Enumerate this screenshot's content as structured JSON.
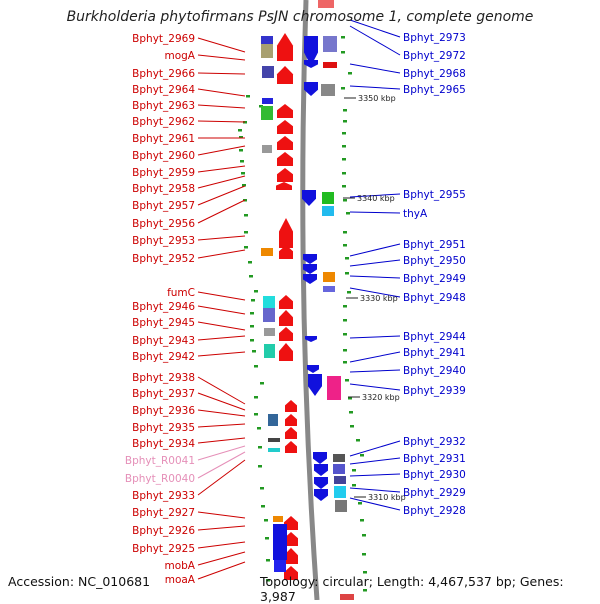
{
  "title": "Burkholderia phytofirmans PsJN chromosome 1, complete genome",
  "accession_text": "Accession: NC_010681",
  "topology_text": "Topology: circular; Length: 4,467,537 bp; Genes: 3,987",
  "colors": {
    "label_red": "#cc0000",
    "label_blue": "#0000cc",
    "label_pink": "#e58fb8",
    "forward_gene": "#ee1111",
    "reverse_gene": "#1111dd",
    "backbone": "#888888",
    "tick": "#229922"
  },
  "kbp_marks": [
    "3350 kbp",
    "3340 kbp",
    "3330 kbp",
    "3320 kbp",
    "3310 kbp"
  ],
  "left_labels": [
    {
      "text": "Bphyt_2969",
      "color": "red"
    },
    {
      "text": "mogA",
      "color": "red"
    },
    {
      "text": "Bphyt_2966",
      "color": "red"
    },
    {
      "text": "Bphyt_2964",
      "color": "red"
    },
    {
      "text": "Bphyt_2963",
      "color": "red"
    },
    {
      "text": "Bphyt_2962",
      "color": "red"
    },
    {
      "text": "Bphyt_2961",
      "color": "red"
    },
    {
      "text": "Bphyt_2960",
      "color": "red"
    },
    {
      "text": "Bphyt_2959",
      "color": "red"
    },
    {
      "text": "Bphyt_2958",
      "color": "red"
    },
    {
      "text": "Bphyt_2957",
      "color": "red"
    },
    {
      "text": "Bphyt_2956",
      "color": "red"
    },
    {
      "text": "Bphyt_2953",
      "color": "red"
    },
    {
      "text": "Bphyt_2952",
      "color": "red"
    },
    {
      "text": "fumC",
      "color": "red"
    },
    {
      "text": "Bphyt_2946",
      "color": "red"
    },
    {
      "text": "Bphyt_2945",
      "color": "red"
    },
    {
      "text": "Bphyt_2943",
      "color": "red"
    },
    {
      "text": "Bphyt_2942",
      "color": "red"
    },
    {
      "text": "Bphyt_2938",
      "color": "red"
    },
    {
      "text": "Bphyt_2937",
      "color": "red"
    },
    {
      "text": "Bphyt_2936",
      "color": "red"
    },
    {
      "text": "Bphyt_2935",
      "color": "red"
    },
    {
      "text": "Bphyt_2934",
      "color": "red"
    },
    {
      "text": "Bphyt_R0041",
      "color": "pink"
    },
    {
      "text": "Bphyt_R0040",
      "color": "pink"
    },
    {
      "text": "Bphyt_2933",
      "color": "red"
    },
    {
      "text": "Bphyt_2927",
      "color": "red"
    },
    {
      "text": "Bphyt_2926",
      "color": "red"
    },
    {
      "text": "Bphyt_2925",
      "color": "red"
    },
    {
      "text": "mobA",
      "color": "red"
    },
    {
      "text": "moaA",
      "color": "red"
    }
  ],
  "right_labels": [
    {
      "text": "Bphyt_2973"
    },
    {
      "text": "Bphyt_2972"
    },
    {
      "text": "Bphyt_2968"
    },
    {
      "text": "Bphyt_2965"
    },
    {
      "text": "Bphyt_2955"
    },
    {
      "text": "thyA"
    },
    {
      "text": "Bphyt_2951"
    },
    {
      "text": "Bphyt_2950"
    },
    {
      "text": "Bphyt_2949"
    },
    {
      "text": "Bphyt_2948"
    },
    {
      "text": "Bphyt_2944"
    },
    {
      "text": "Bphyt_2941"
    },
    {
      "text": "Bphyt_2940"
    },
    {
      "text": "Bphyt_2939"
    },
    {
      "text": "Bphyt_2932"
    },
    {
      "text": "Bphyt_2931"
    },
    {
      "text": "Bphyt_2930"
    },
    {
      "text": "Bphyt_2929"
    },
    {
      "text": "Bphyt_2928"
    }
  ]
}
